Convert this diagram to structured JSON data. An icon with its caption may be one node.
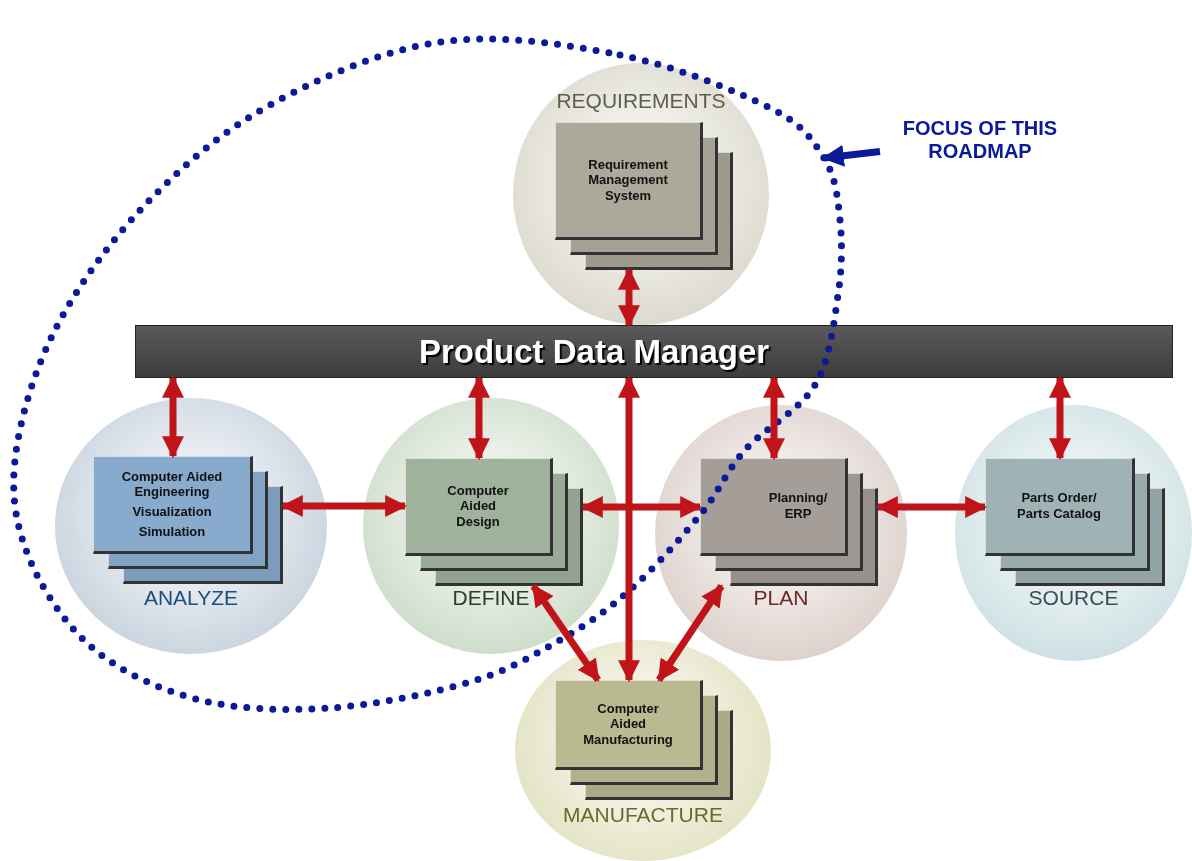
{
  "diagram": {
    "nodes": [
      {
        "text": [
          "FOCUS OF THIS ROADMAP"
        ]
      },
      {
        "text": [
          "REQUIREMENTS"
        ]
      },
      {
        "text": [
          "Requirement Management System"
        ],
        "in": 1
      },
      {
        "text": [
          "Product Data Manager"
        ]
      },
      {
        "text": [
          "ANALYZE"
        ]
      },
      {
        "text": [
          "Computer Aided Engineering",
          "Visualization",
          "Simulation"
        ],
        "in": 4
      },
      {
        "text": [
          "DEFINE"
        ]
      },
      {
        "text": [
          "Computer Aided Design"
        ],
        "in": 6
      },
      {
        "text": [
          "PLAN"
        ]
      },
      {
        "text": [
          "Planning/ ERP"
        ],
        "in": 8
      },
      {
        "text": [
          "SOURCE"
        ]
      },
      {
        "text": [
          "Parts Order/ Parts Catalog"
        ],
        "in": 10
      },
      {
        "text": [
          "MANUFACTURE"
        ]
      },
      {
        "text": [
          "Computer Aided Manufacturing"
        ],
        "in": 12
      }
    ],
    "edges": [
      {
        "from": 0,
        "to": null,
        "arrow": "to",
        "color": "#0a1a99"
      },
      {
        "from": 2,
        "to": 3,
        "arrow": "both"
      },
      {
        "from": 3,
        "to": 5,
        "arrow": "both"
      },
      {
        "from": 3,
        "to": 7,
        "arrow": "both"
      },
      {
        "from": 3,
        "to": 9,
        "arrow": "both"
      },
      {
        "from": 3,
        "to": 11,
        "arrow": "both"
      },
      {
        "from": 3,
        "to": 13,
        "arrow": "both"
      },
      {
        "from": 5,
        "to": 7,
        "arrow": "both"
      },
      {
        "from": 7,
        "to": 9,
        "arrow": "both"
      },
      {
        "from": 9,
        "to": 11,
        "arrow": "both"
      },
      {
        "from": 7,
        "to": 13,
        "arrow": "both"
      },
      {
        "from": 9,
        "to": 13,
        "arrow": "both"
      }
    ]
  }
}
